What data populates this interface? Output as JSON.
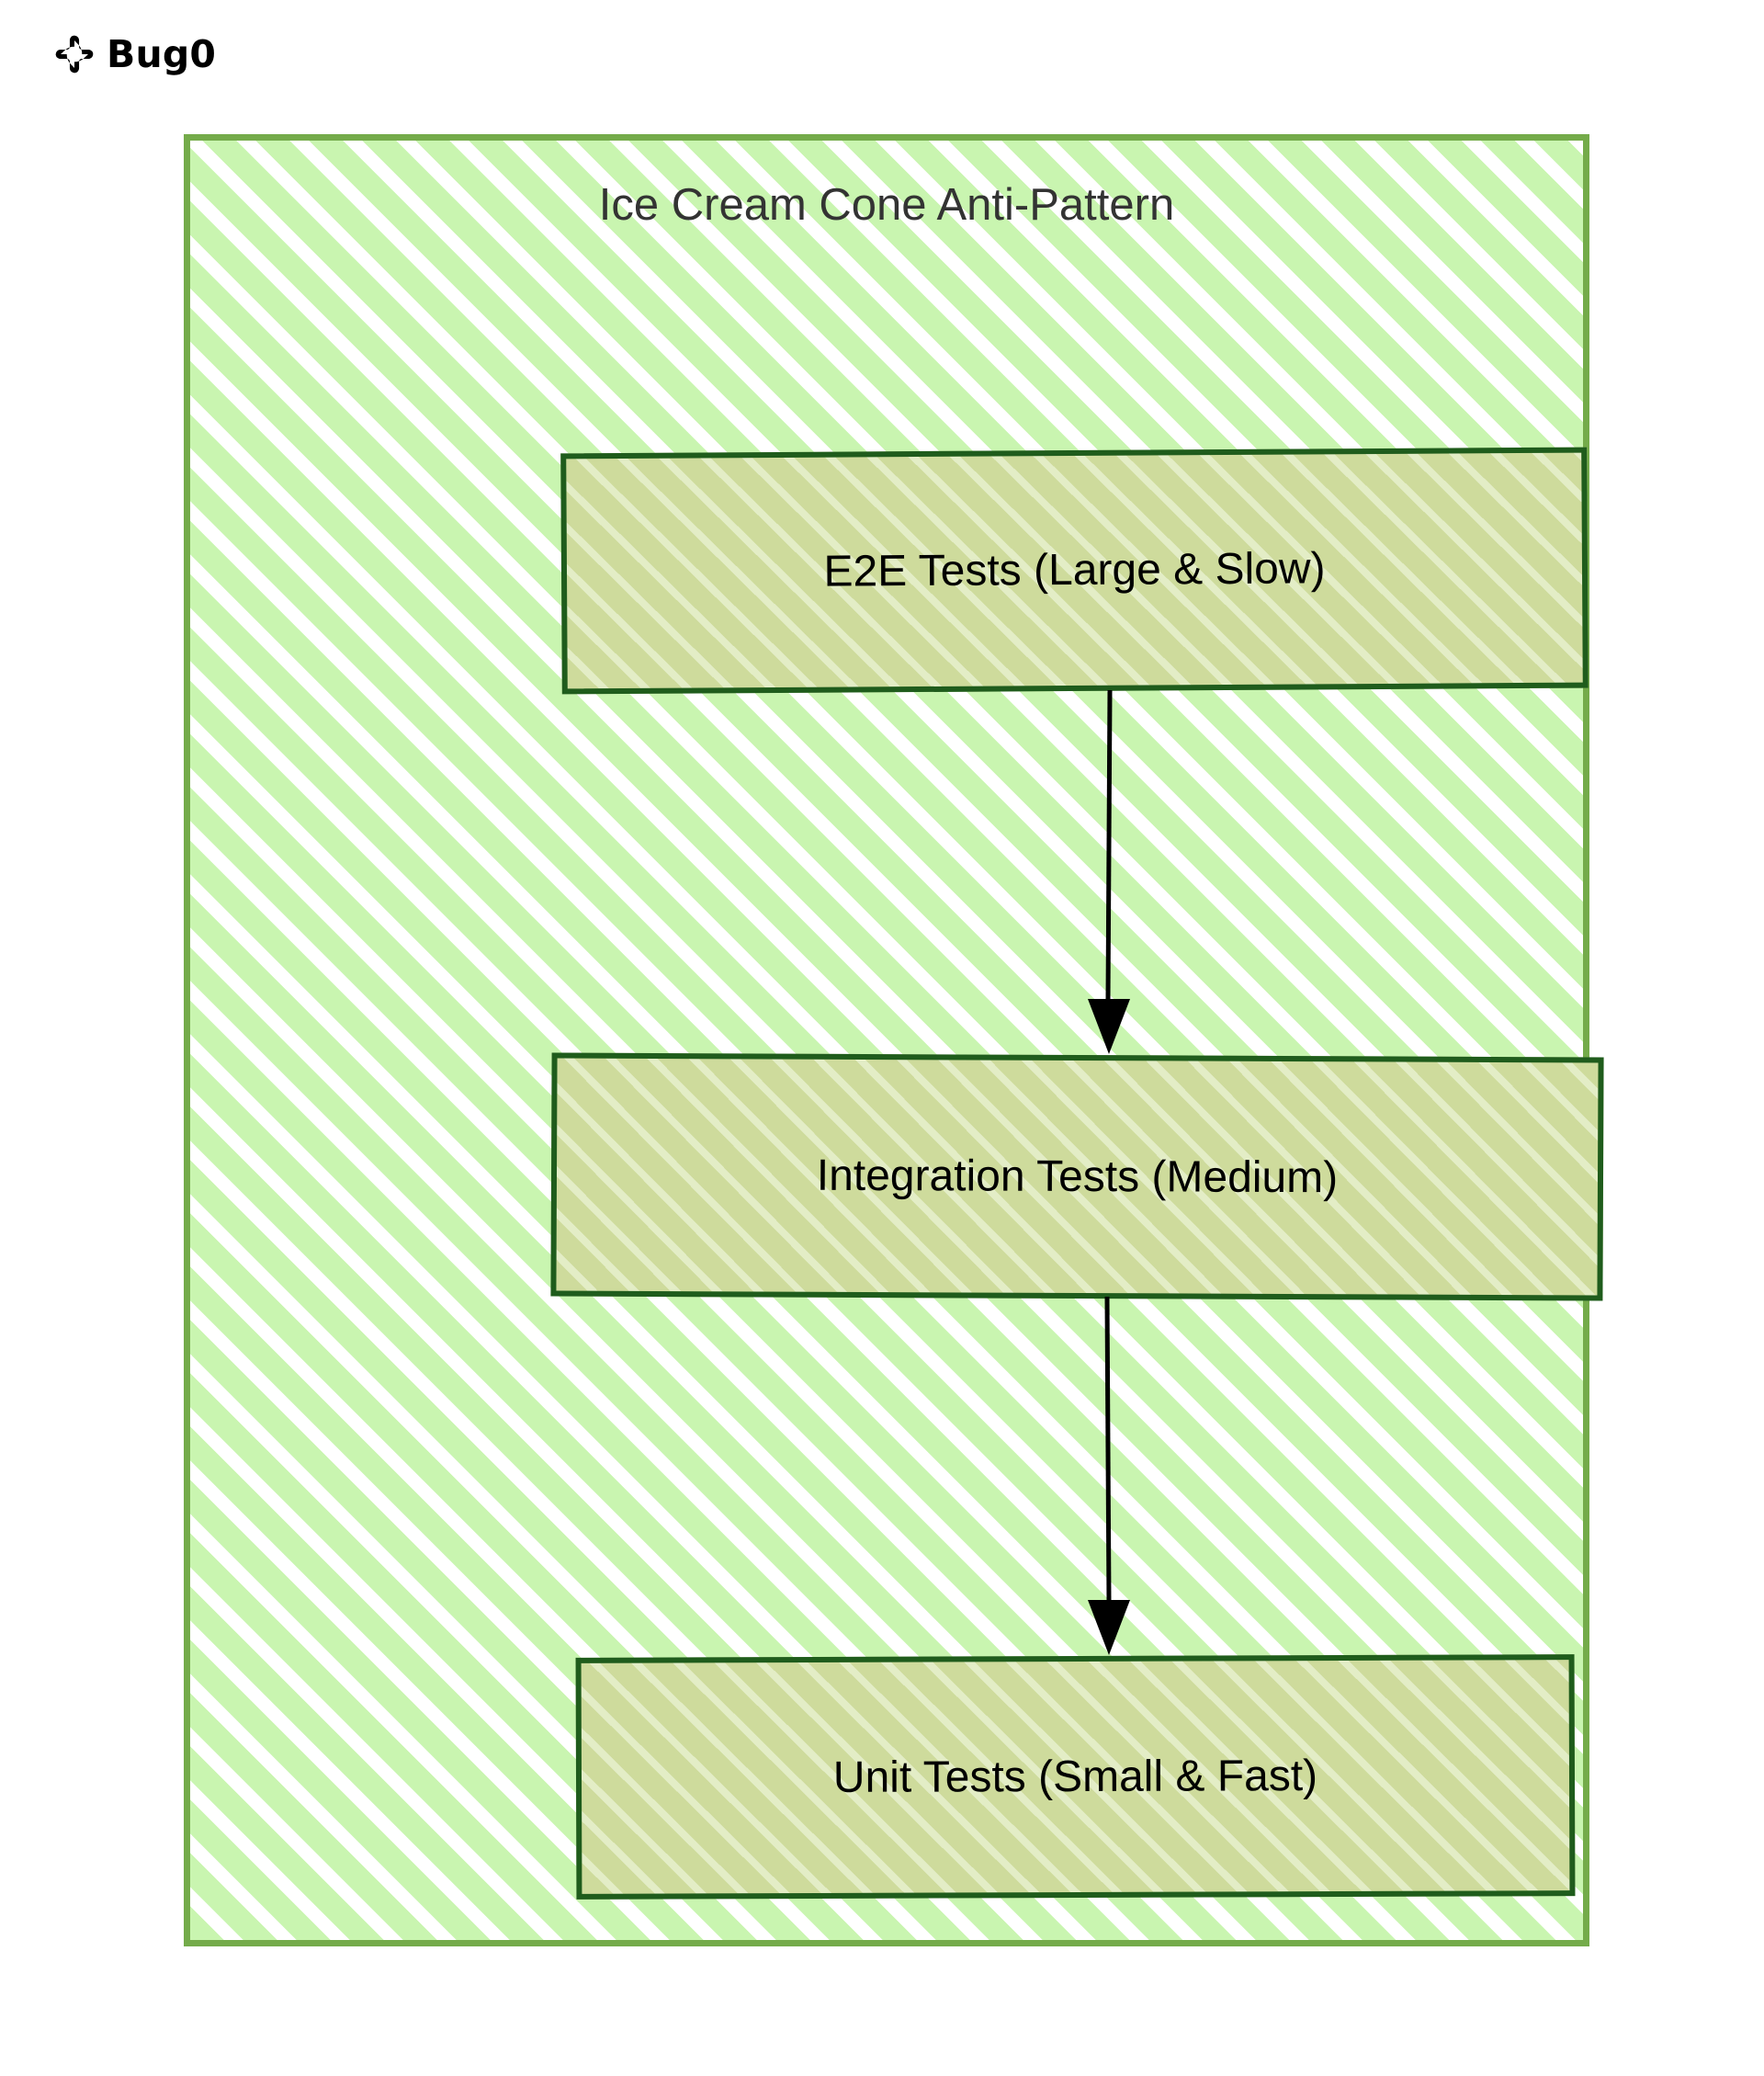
{
  "brand": {
    "name": "Bug0",
    "logo_icon": "bug0-pinwheel-logo-icon"
  },
  "diagram": {
    "title": "Ice Cream Cone Anti-Pattern",
    "type": "flowchart",
    "direction": "top-to-bottom",
    "frame_border_color": "#74ab4a",
    "frame_fill_color": "#c9f5b0",
    "node_border_color": "#1f5c1c",
    "node_fill_color": "#cedb9c",
    "edge_color": "#000000",
    "nodes": [
      {
        "id": "e2e",
        "label": "E2E Tests (Large & Slow)"
      },
      {
        "id": "integration",
        "label": "Integration Tests (Medium)"
      },
      {
        "id": "unit",
        "label": "Unit Tests (Small & Fast)"
      }
    ],
    "edges": [
      {
        "id": "edge-1",
        "from": "e2e",
        "to": "integration",
        "label": "",
        "arrowhead": "filled-triangle"
      },
      {
        "id": "edge-2",
        "from": "integration",
        "to": "unit",
        "label": "",
        "arrowhead": "filled-triangle"
      }
    ]
  }
}
